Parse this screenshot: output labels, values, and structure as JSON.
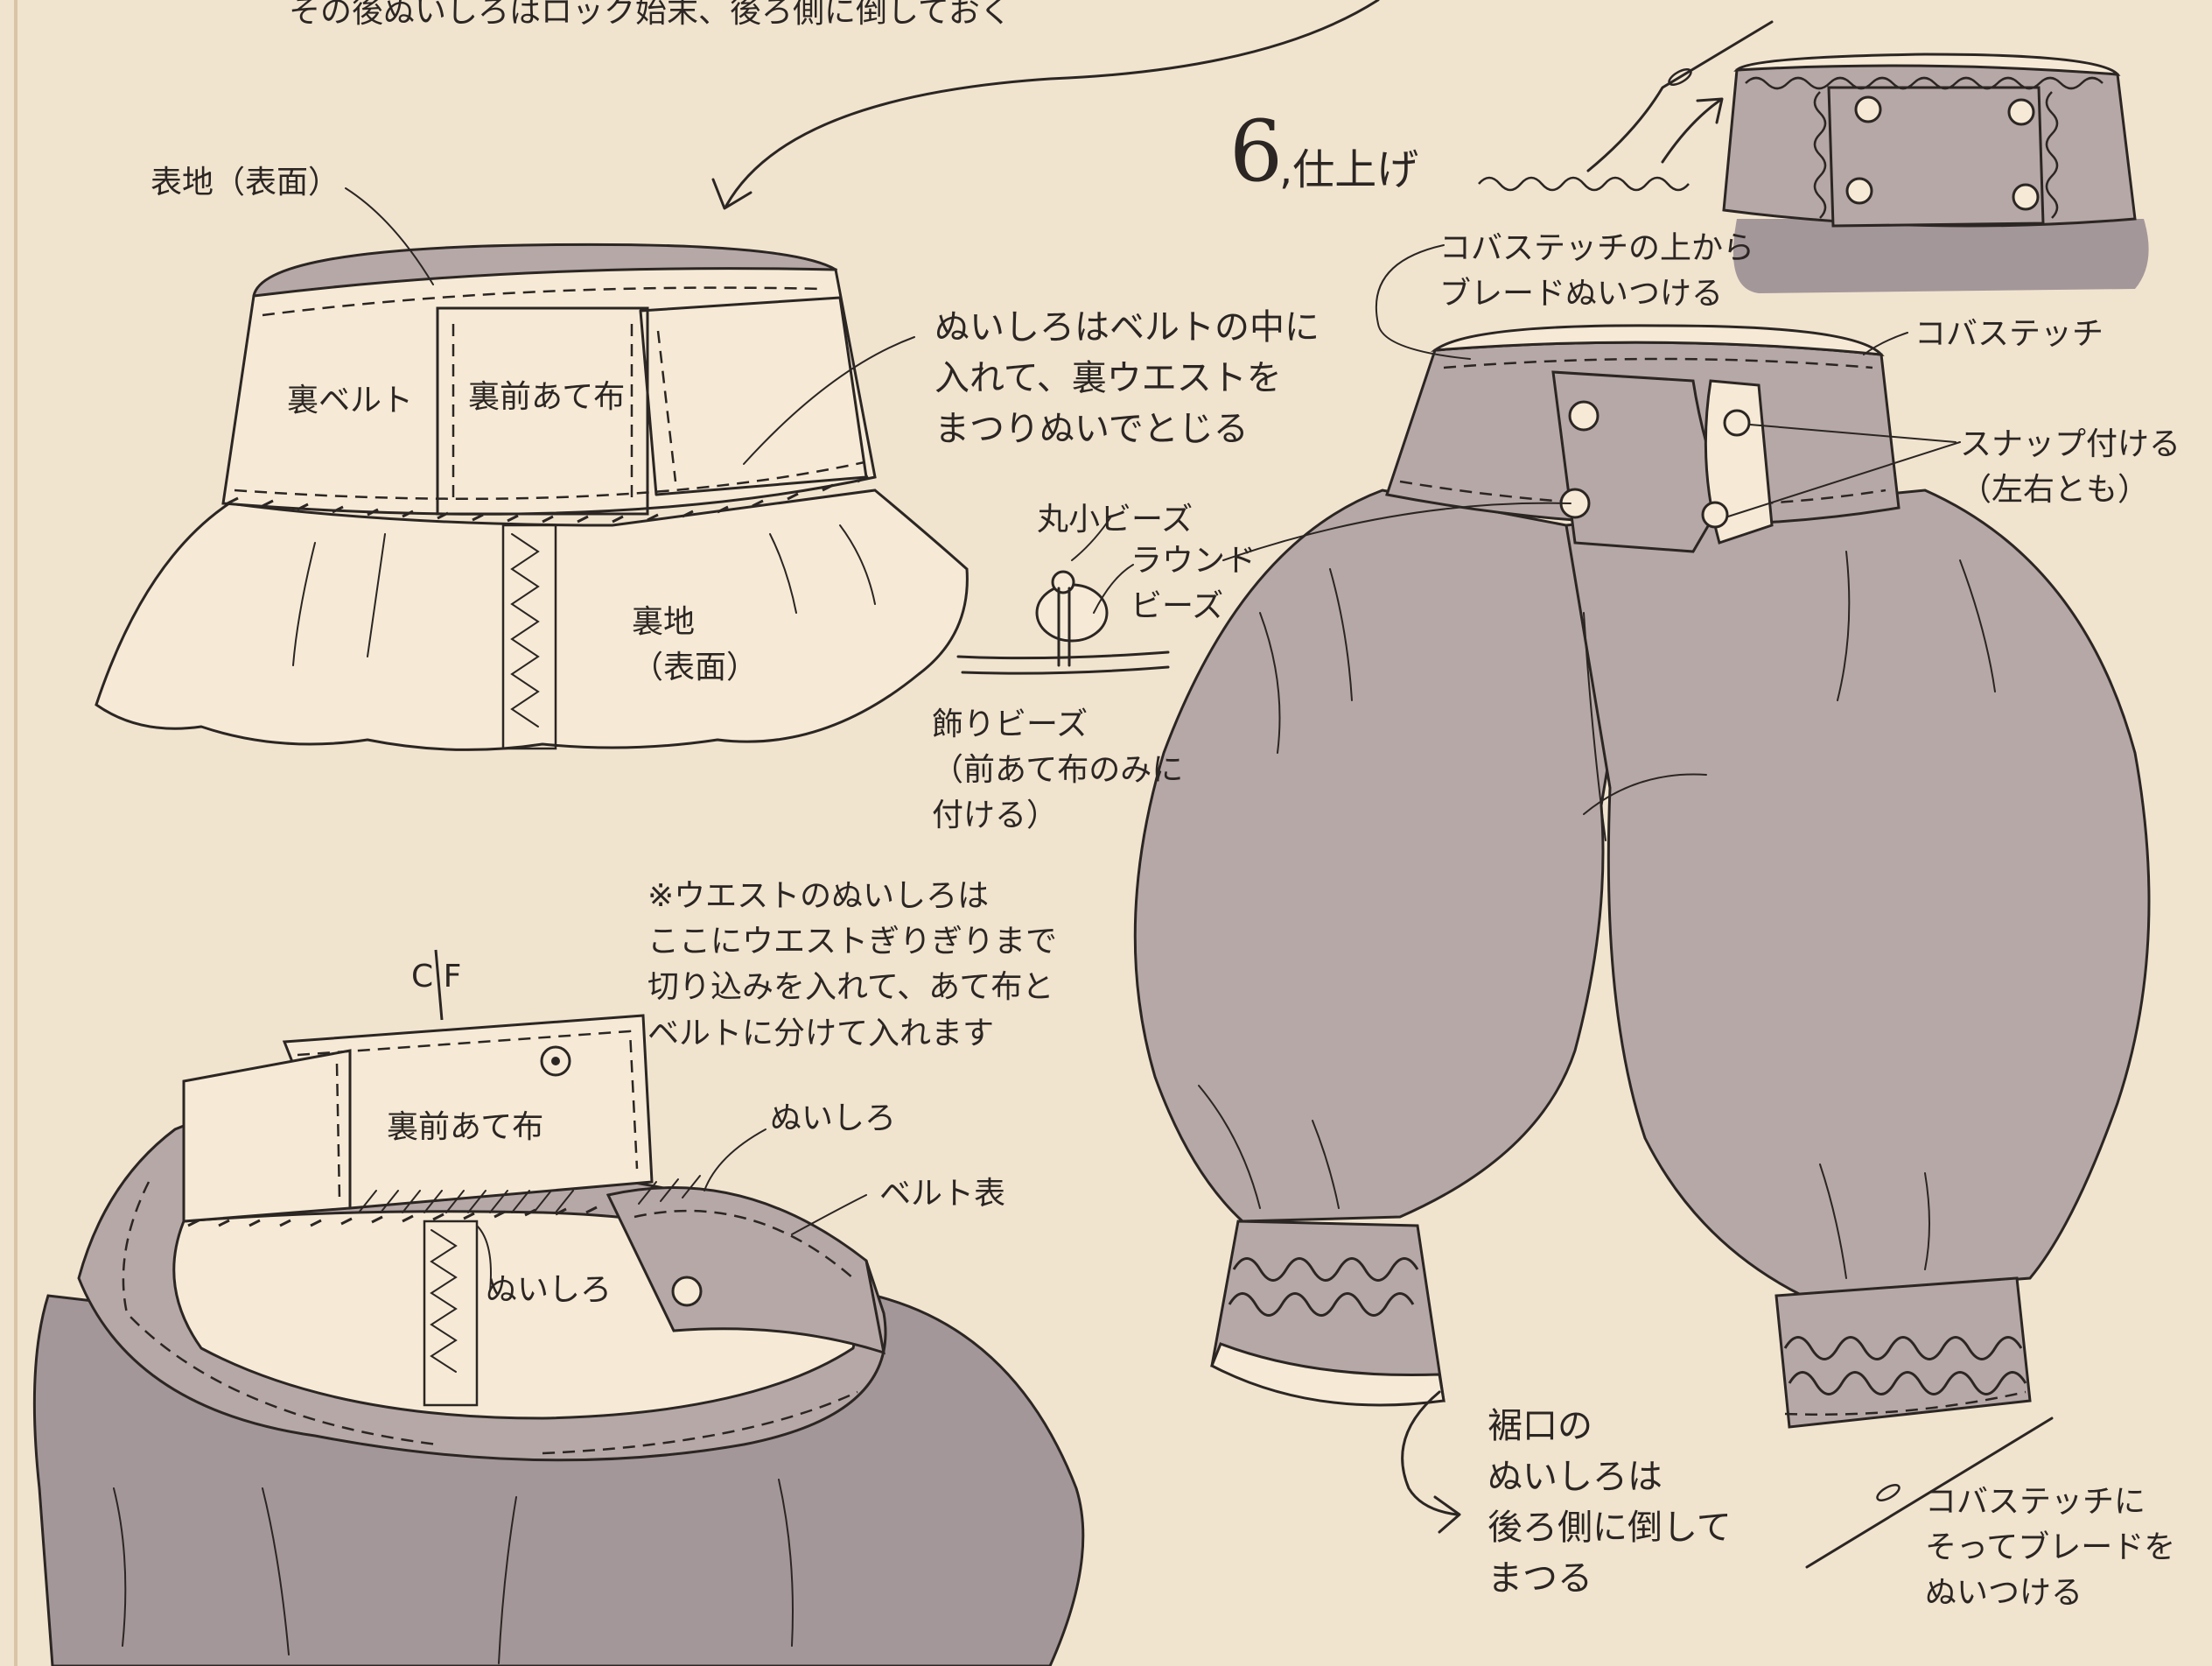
{
  "colors": {
    "paper": "#f1e4cf",
    "lining": "#f6ead6",
    "fabric": "#b6a8a6",
    "fabric_shadow": "#a4979a",
    "ink": "#2b2623"
  },
  "notes": {
    "top": "その後ぬいしろはロック始末、後ろ側に倒しておく"
  },
  "labels": {
    "outer_fabric": "表地（表面）",
    "inner_belt": "裏ベルト",
    "inner_front_facing": "裏前あて布",
    "seam_into_belt": "ぬいしろはベルトの中に\n入れて、裏ウエストを\nまつりぬいでとじる",
    "lining": "裏地\n（表面）",
    "round_small_bead": "丸小ビーズ",
    "round_bead": "ラウンド\nビーズ",
    "deco_bead": "飾りビーズ\n（前あて布のみに\n付ける）",
    "waist_seam_note": "※ウエストのぬいしろは\nここにウエストぎりぎりまで\n切り込みを入れて、あて布と\nベルトに分けて入れます",
    "cf": "C F",
    "inner_front_facing_2": "裏前あて布",
    "seam_allowance_1": "ぬいしろ",
    "belt_face": "ベルト表",
    "seam_allowance_2": "ぬいしろ",
    "braid_over_edge": "コバステッチの上から\nブレードぬいつける",
    "edge_stitch": "コバステッチ",
    "snap": "スナップ付ける\n（左右とも）",
    "hem_seam": "裾口の\nぬいしろは\n後ろ側に倒して\nまつる",
    "braid_along_edge": "コバステッチに\nそってブレードを\nぬいつける"
  },
  "step": {
    "number": "6",
    "title": ",仕上げ"
  }
}
